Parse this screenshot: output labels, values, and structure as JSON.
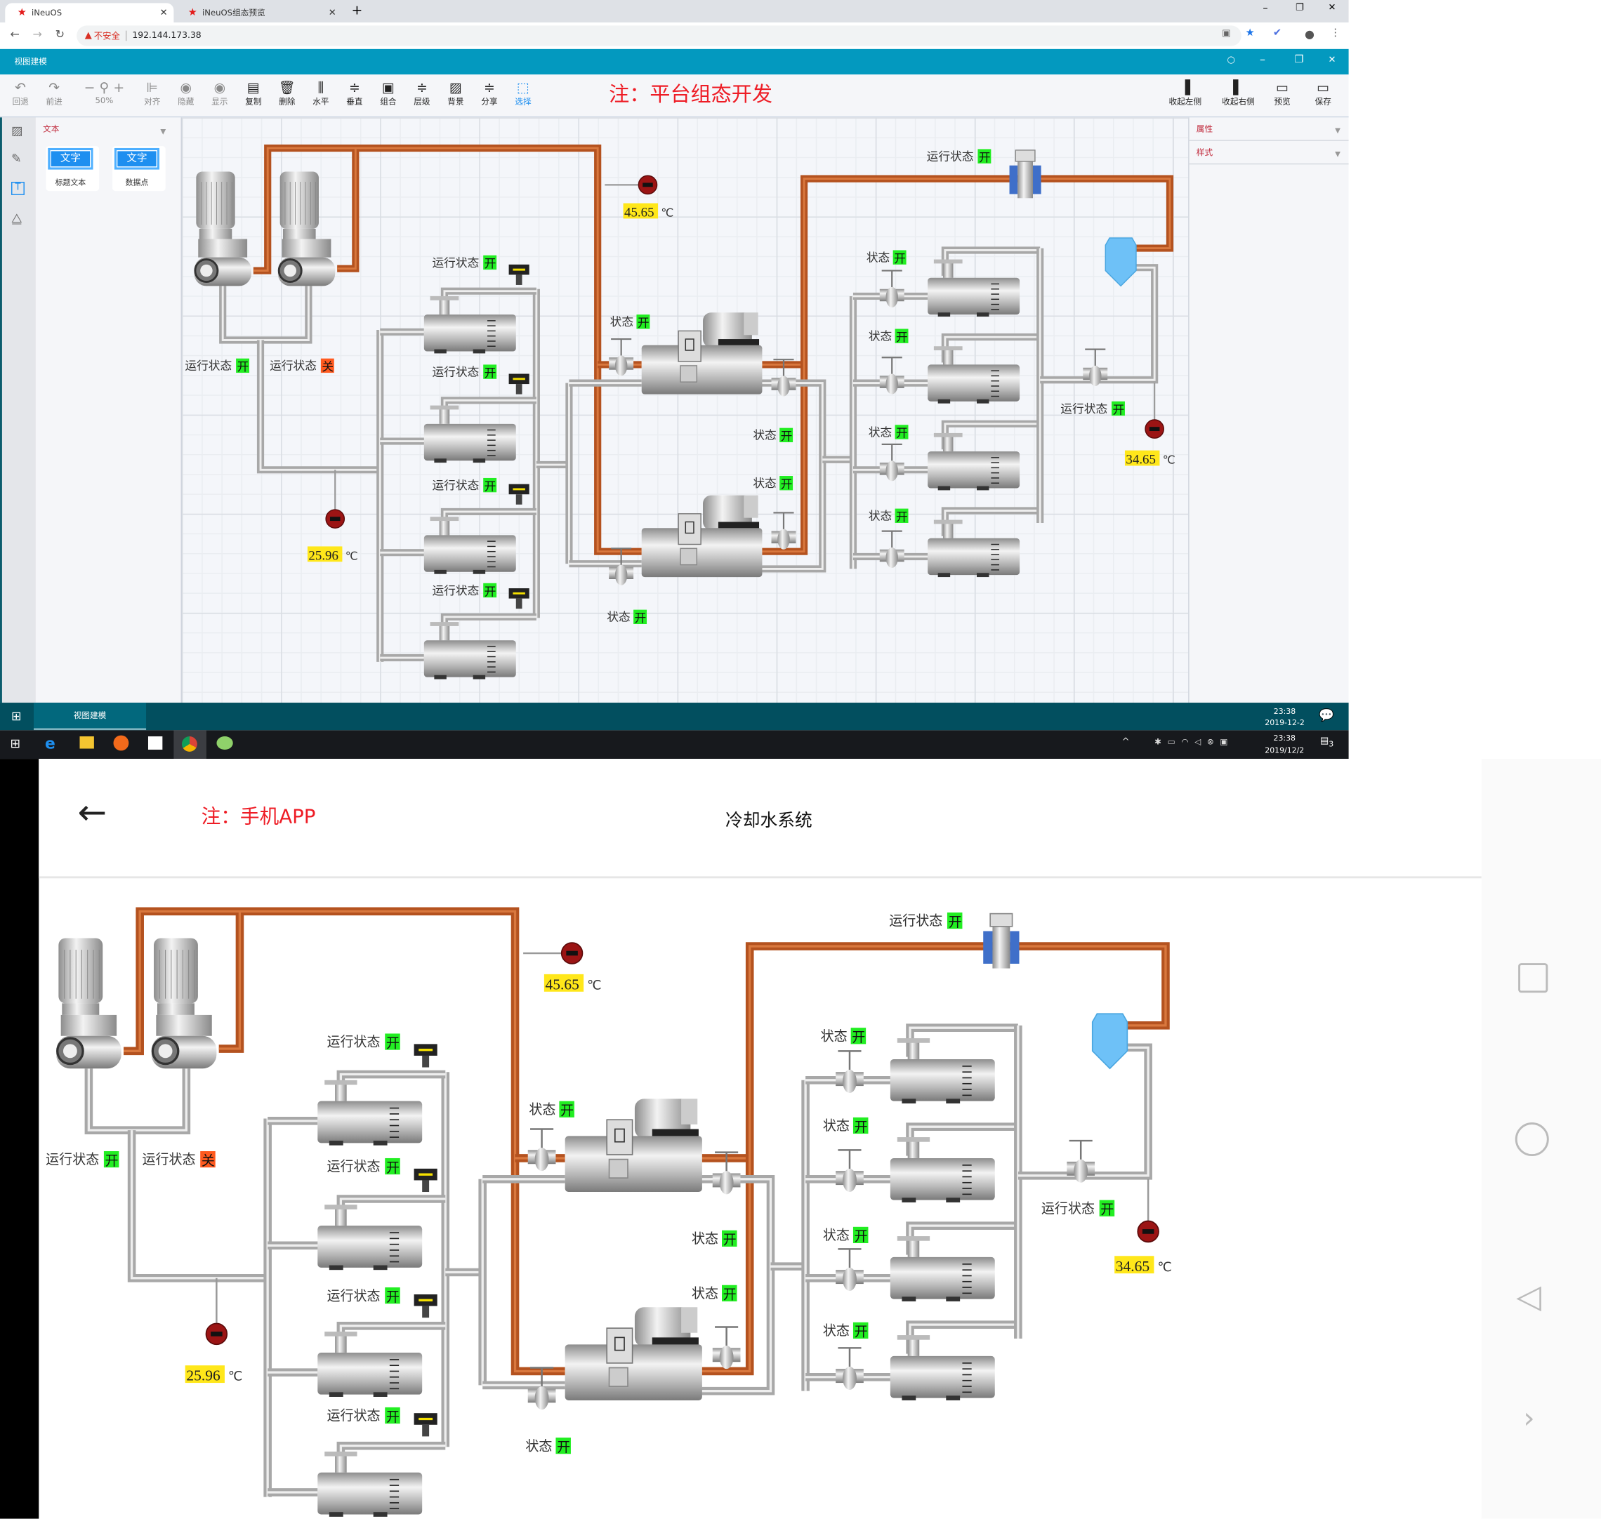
{
  "browser": {
    "tabs": [
      {
        "title": "iNeuOS"
      },
      {
        "title": "iNeuOS组态预览"
      }
    ],
    "security": "不安全",
    "url": "192.144.173.38"
  },
  "app": {
    "title": "视图建模",
    "note": "注：平台组态开发",
    "zoom": "50%",
    "toolbar": [
      {
        "label": "回退",
        "icon": "↶"
      },
      {
        "label": "前进",
        "icon": "↷"
      },
      {
        "label": "对齐",
        "icon": "⊫"
      },
      {
        "label": "隐藏",
        "icon": "◉"
      },
      {
        "label": "显示",
        "icon": "◉"
      },
      {
        "label": "复制",
        "icon": "▤"
      },
      {
        "label": "删除",
        "icon": "🗑"
      },
      {
        "label": "水平",
        "icon": "⫼"
      },
      {
        "label": "垂直",
        "icon": "≑"
      },
      {
        "label": "组合",
        "icon": "▣"
      },
      {
        "label": "层级",
        "icon": "≑"
      },
      {
        "label": "背景",
        "icon": "▨"
      },
      {
        "label": "分享",
        "icon": "≑"
      },
      {
        "label": "选择",
        "icon": "⬚"
      }
    ],
    "right_tools": [
      {
        "label": "收起左侧",
        "icon": "▐"
      },
      {
        "label": "收起右侧",
        "icon": "▌"
      },
      {
        "label": "预览",
        "icon": "▭"
      },
      {
        "label": "保存",
        "icon": "▭"
      }
    ],
    "left_panel": {
      "section": "文本",
      "items": [
        {
          "preview": "文字",
          "label": "标题文本"
        },
        {
          "preview": "文字",
          "label": "数据点"
        }
      ]
    },
    "right_panel": {
      "sections": [
        "属性",
        "样式"
      ]
    }
  },
  "taskbar": {
    "app_item": "视图建模",
    "time": "23:38",
    "date": "2019-12-2"
  },
  "win_taskbar": {
    "time": "23:38",
    "date": "2019/12/2",
    "notifications": "3"
  },
  "mobile": {
    "note": "注：手机APP",
    "title": "冷却水系统"
  },
  "diagram": {
    "status_labels": [
      {
        "text": "运行状态",
        "state": "开"
      },
      {
        "text": "运行状态",
        "state": "关"
      },
      {
        "text": "运行状态",
        "state": "开"
      },
      {
        "text": "运行状态",
        "state": "开"
      },
      {
        "text": "运行状态",
        "state": "开"
      },
      {
        "text": "运行状态",
        "state": "开"
      },
      {
        "text": "状态",
        "state": "开"
      },
      {
        "text": "状态",
        "state": "开"
      },
      {
        "text": "状态",
        "state": "开"
      },
      {
        "text": "状态",
        "state": "开"
      },
      {
        "text": "状态",
        "state": "开"
      },
      {
        "text": "状态",
        "state": "开"
      },
      {
        "text": "状态",
        "state": "开"
      },
      {
        "text": "状态",
        "state": "开"
      },
      {
        "text": "运行状态",
        "state": "开"
      },
      {
        "text": "运行状态",
        "state": "开"
      }
    ],
    "temps": [
      {
        "value": "45.65",
        "unit": "℃"
      },
      {
        "value": "25.96",
        "unit": "℃"
      },
      {
        "value": "34.65",
        "unit": "℃"
      }
    ],
    "colors": {
      "on": "#22ee22",
      "off": "#ff5a1f",
      "copper": "#b4521f",
      "tower": "#6ec1f7"
    }
  }
}
